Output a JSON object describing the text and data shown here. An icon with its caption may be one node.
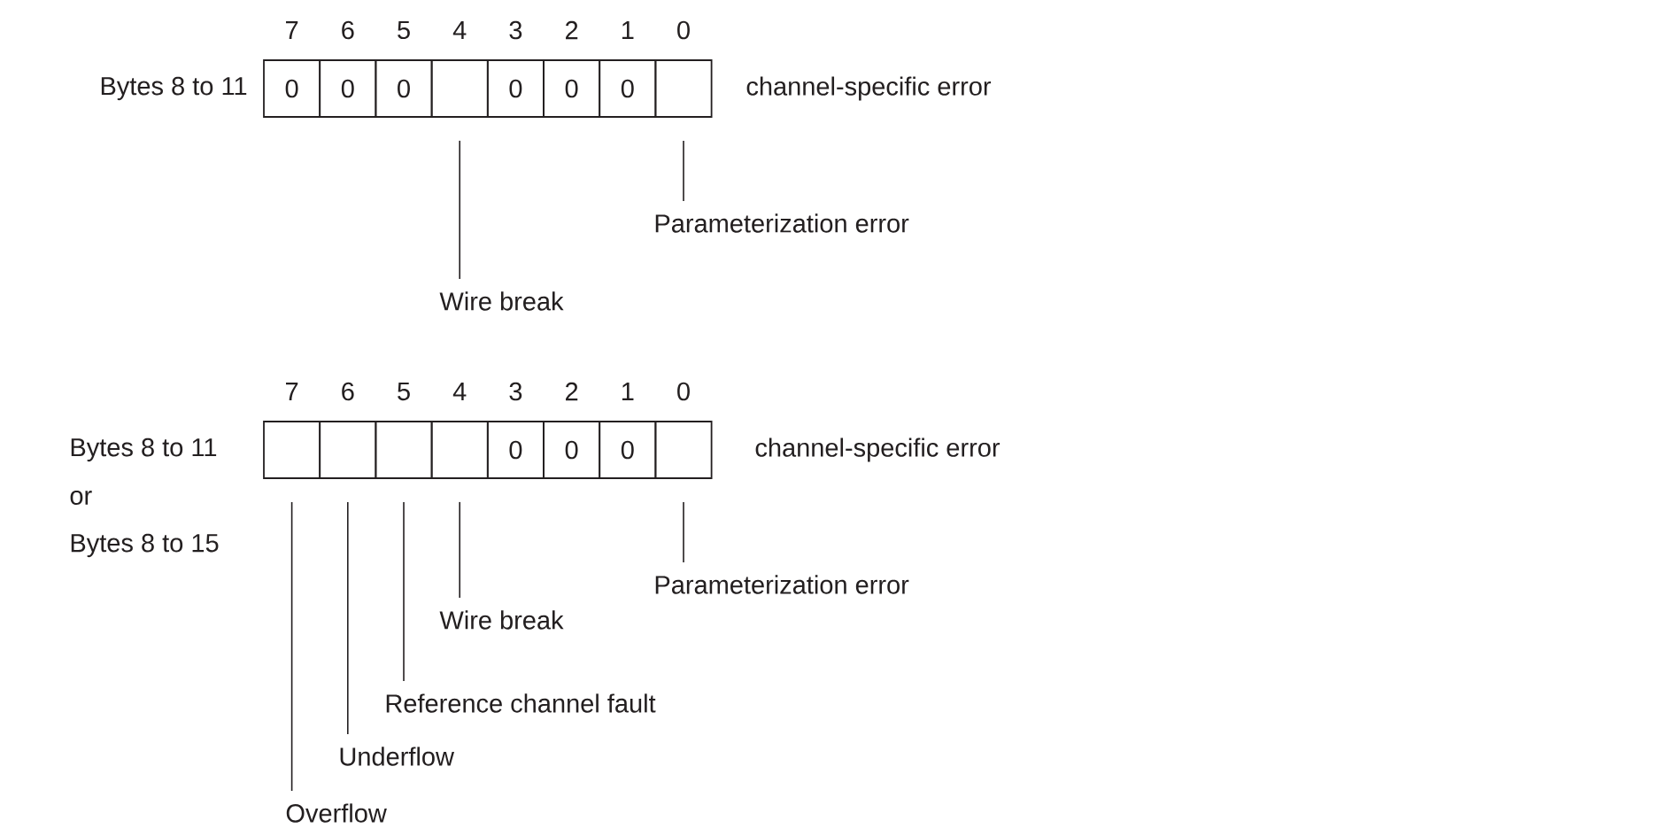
{
  "diagram": {
    "nodes": [
      {
        "text": [
          "0"
        ]
      },
      {
        "text": [
          "0"
        ]
      },
      {
        "text": [
          "0"
        ]
      },
      {
        "text": [],
        "shape": "box"
      },
      {
        "text": [
          "0"
        ]
      },
      {
        "text": [
          "0"
        ]
      },
      {
        "text": [
          "0"
        ]
      },
      {
        "text": [],
        "shape": "box"
      },
      {
        "text": [
          "Parameterization error"
        ]
      },
      {
        "text": [
          "Wire break"
        ]
      },
      {
        "text": [],
        "shape": "box"
      },
      {
        "text": [],
        "shape": "box"
      },
      {
        "text": [],
        "shape": "box"
      },
      {
        "text": [],
        "shape": "box"
      },
      {
        "text": [
          "0"
        ]
      },
      {
        "text": [
          "0"
        ]
      },
      {
        "text": [
          "0"
        ]
      },
      {
        "text": [],
        "shape": "box"
      },
      {
        "text": [
          "Parameterization error"
        ]
      },
      {
        "text": [
          "Wire break"
        ]
      },
      {
        "text": [
          "Reference channel fault"
        ]
      },
      {
        "text": [
          "Underflow"
        ]
      },
      {
        "text": [
          "Overflow"
        ]
      }
    ],
    "edges": [
      {
        "from": 8,
        "to": 7,
        "arrow": "none"
      },
      {
        "from": 9,
        "to": 3,
        "arrow": "none"
      },
      {
        "from": 18,
        "to": 17,
        "arrow": "none"
      },
      {
        "from": 19,
        "to": 13,
        "arrow": "none"
      },
      {
        "from": 20,
        "to": 12,
        "arrow": "none"
      },
      {
        "from": 21,
        "to": 11,
        "arrow": "none"
      },
      {
        "from": 22,
        "to": 10,
        "arrow": "none"
      }
    ],
    "labels": [
      "7",
      "6",
      "5",
      "4",
      "3",
      "2",
      "1",
      "0",
      "Bytes 8 to 11",
      "channel-specific error",
      "7",
      "6",
      "5",
      "4",
      "3",
      "2",
      "1",
      "0",
      "Bytes 8 to 11",
      "channel-specific error",
      "or",
      "Bytes 8 to 15"
    ]
  }
}
